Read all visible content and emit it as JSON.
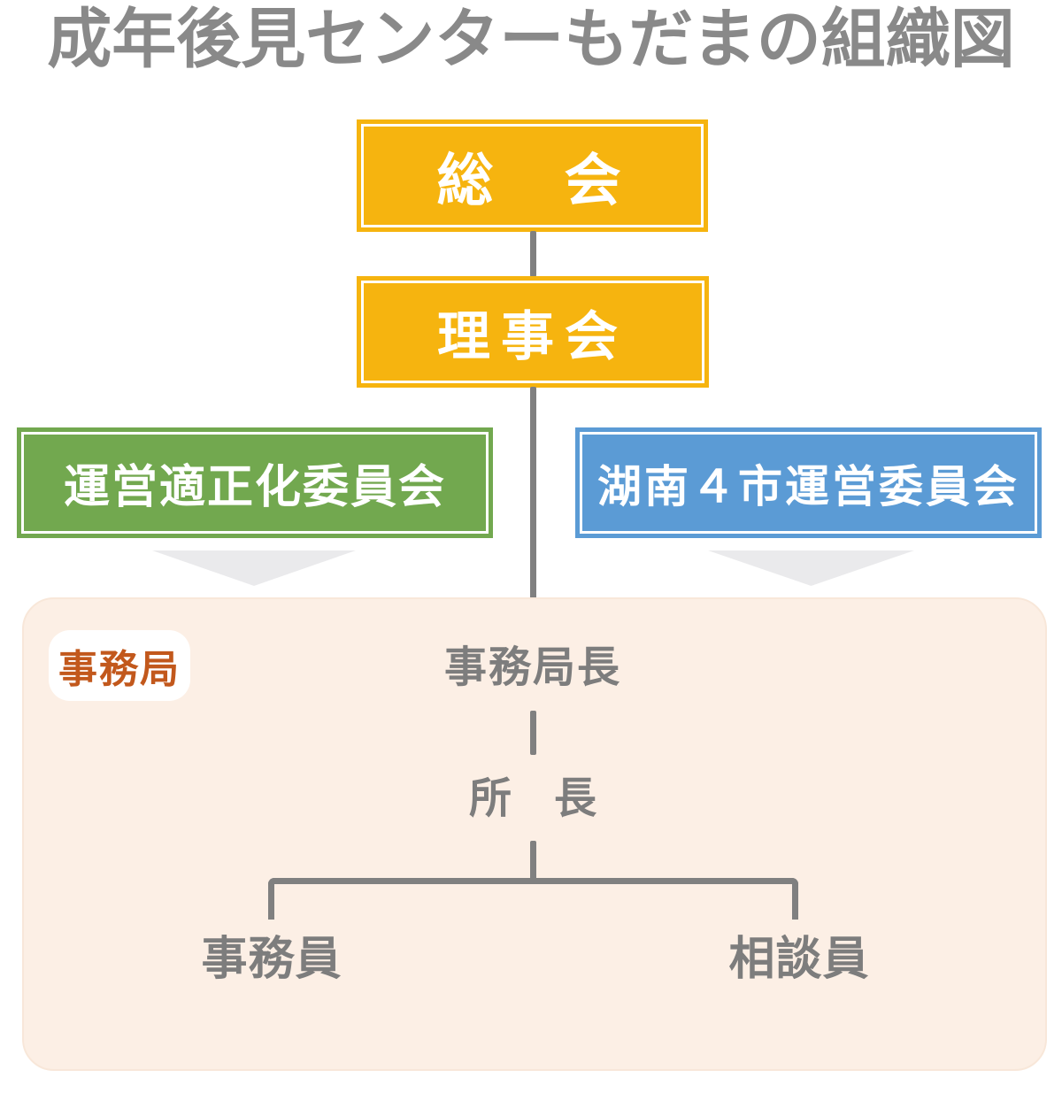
{
  "title": "成年後見センターもだまの組織図",
  "colors": {
    "yellow": "#f6b40f",
    "green": "#72a84f",
    "blue": "#5b9bd5",
    "line-gray": "#808080",
    "text-gray": "#7d7d7d",
    "title-gray": "#898989",
    "panel-pink": "#fcefe5",
    "panel-border": "#f8e7d9",
    "arrow-gray": "#eaeaec",
    "accent-orange": "#c2581c",
    "white": "#ffffff"
  },
  "nodes": {
    "general_assembly": "総　会",
    "board_of_directors": "理事会",
    "operation_committee_left": "運営適正化委員会",
    "operation_committee_right": "湖南４市運営委員会",
    "secretariat_label": "事務局",
    "secretariat_chief": "事務局長",
    "director": "所　長",
    "clerk": "事務員",
    "counselor": "相談員"
  }
}
